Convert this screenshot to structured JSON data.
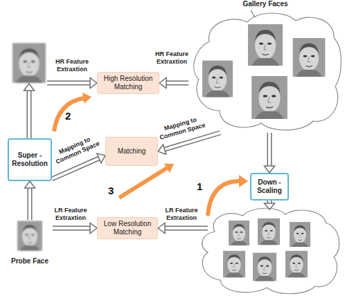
{
  "diagram": {
    "nodes": [
      {
        "text": [
          "Gallery Faces"
        ]
      },
      {
        "text": [
          "High Resolution Matching"
        ]
      },
      {
        "text": [
          "Super - Resolution"
        ]
      },
      {
        "text": [
          "Matching"
        ]
      },
      {
        "text": [
          "Down - Scaling"
        ]
      },
      {
        "text": [
          "Low Resolution Matching"
        ]
      },
      {
        "text": [
          "Probe Face"
        ]
      }
    ],
    "edges": [
      {
        "from": 0,
        "to": 1,
        "arrow": "to",
        "label": "HR Feature Extraxtion"
      },
      {
        "from": 0,
        "to": 4,
        "arrow": "to"
      },
      {
        "from": 0,
        "to": 3,
        "arrow": "to",
        "label": "Mapping to Common Space"
      },
      {
        "from": 6,
        "to": 2,
        "arrow": "to"
      },
      {
        "from": 2,
        "to": 3,
        "arrow": "to",
        "label": "Mapping to Common Space"
      },
      {
        "from": 6,
        "to": 5,
        "arrow": "to",
        "label": "LR Feature Extraxtion"
      }
    ],
    "labels": [
      "HR Feature Extraxtion",
      "2",
      "3",
      "1",
      "LR Feature Extraxtion"
    ]
  }
}
